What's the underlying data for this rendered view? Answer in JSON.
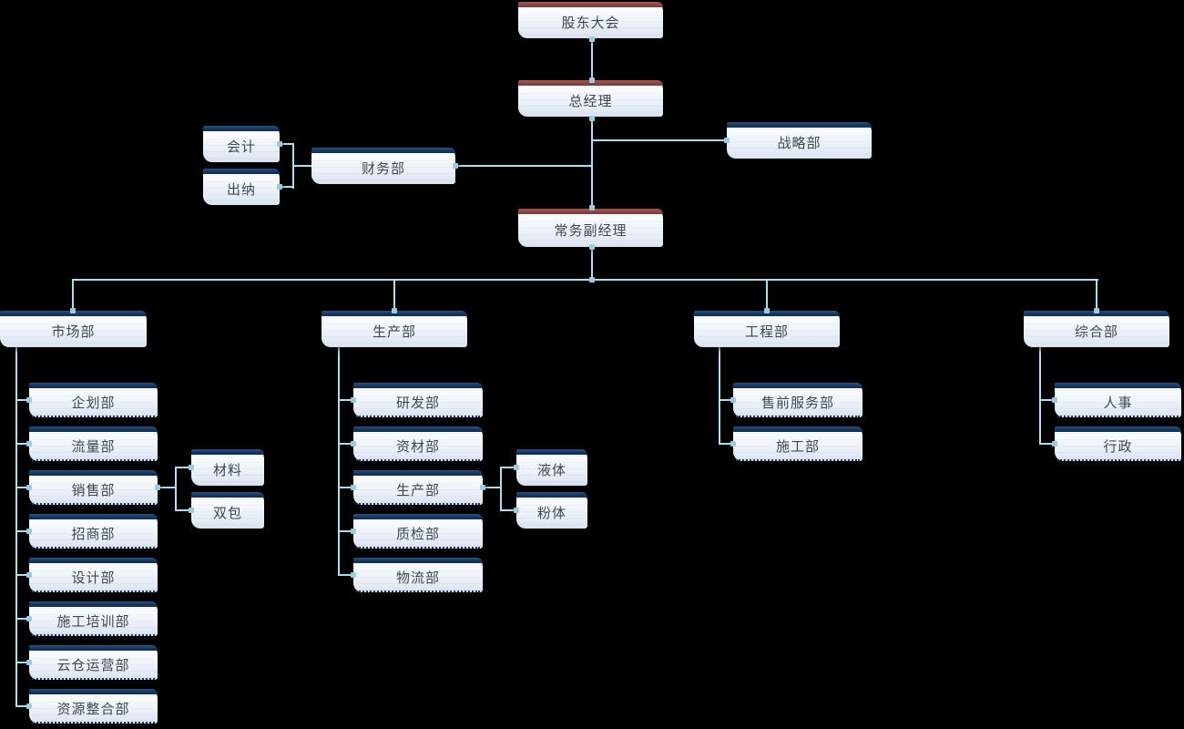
{
  "colors": {
    "background": "#000000",
    "bar_navy": "#17375e",
    "bar_maroon": "#8a4947",
    "box_body_top": "#ffffff",
    "box_body_bottom": "#d9e3f0",
    "connector_line": "#b4dcea",
    "connector_dot": "#9dcbdd",
    "label_text": "#3e4755",
    "dotted_edge": "#1c3c66"
  },
  "nodes": {
    "shareholders": {
      "label": "股东大会"
    },
    "general_manager": {
      "label": "总经理"
    },
    "finance_dept": {
      "label": "财务部"
    },
    "accounting": {
      "label": "会计"
    },
    "cashier": {
      "label": "出纳"
    },
    "strategy_dept": {
      "label": "战略部"
    },
    "deputy_general_manager": {
      "label": "常务副经理"
    },
    "marketing_dept": {
      "label": "市场部"
    },
    "production_dept": {
      "label": "生产部"
    },
    "engineering_dept": {
      "label": "工程部"
    },
    "general_affairs_dept": {
      "label": "综合部"
    },
    "planning_dept": {
      "label": "企划部"
    },
    "traffic_dept": {
      "label": "流量部"
    },
    "sales_dept": {
      "label": "销售部"
    },
    "merchant_dept": {
      "label": "招商部"
    },
    "design_dept": {
      "label": "设计部"
    },
    "construction_training_dept": {
      "label": "施工培训部"
    },
    "cloud_warehouse_dept": {
      "label": "云仓运营部"
    },
    "resource_integration_dept": {
      "label": "资源整合部"
    },
    "materials": {
      "label": "材料"
    },
    "double_package": {
      "label": "双包"
    },
    "rnd_dept": {
      "label": "研发部"
    },
    "material_supply_dept": {
      "label": "资材部"
    },
    "production_sub_dept": {
      "label": "生产部"
    },
    "quality_dept": {
      "label": "质检部"
    },
    "logistics_dept": {
      "label": "物流部"
    },
    "liquid": {
      "label": "液体"
    },
    "powder": {
      "label": "粉体"
    },
    "presales_service_dept": {
      "label": "售前服务部"
    },
    "construction_dept": {
      "label": "施工部"
    },
    "hr": {
      "label": "人事"
    },
    "administration": {
      "label": "行政"
    }
  }
}
